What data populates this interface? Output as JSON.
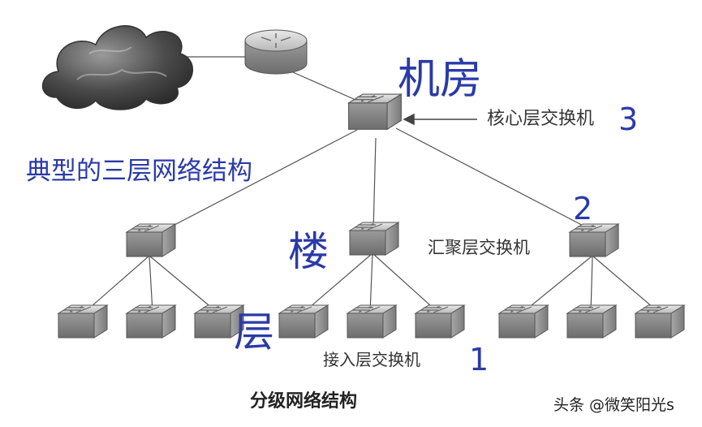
{
  "labels": {
    "title_main": "典型的三层网络结构",
    "jifang": "机房",
    "lou": "楼",
    "ceng": "层",
    "core_label": "核心层交换机",
    "core_num": "3",
    "agg_num": "2",
    "agg_label": "汇聚层交换机",
    "access_label": "接入层交换机",
    "access_num": "1",
    "caption": "分级网络结构",
    "watermark": "头条 @微笑阳光s"
  },
  "colors": {
    "annotation_blue": "#2a3aa8",
    "device_fill": "#9a9a9a",
    "line": "#555555"
  },
  "nodes": {
    "cloud": "cloud-icon",
    "router": "router-icon",
    "switch": "switch-icon"
  }
}
